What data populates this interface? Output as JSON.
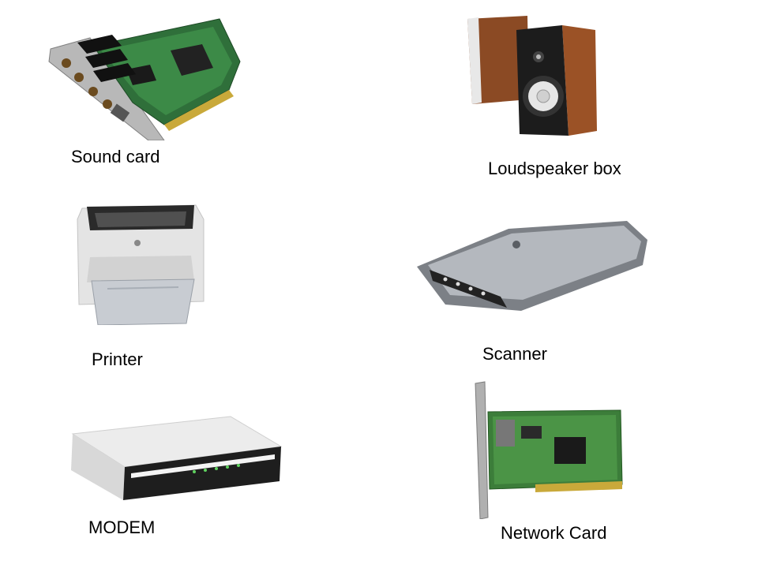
{
  "labels": {
    "sound_card": "Sound card",
    "loudspeaker_box": "Loudspeaker box",
    "printer": "Printer",
    "scanner": "Scanner",
    "modem": "MODEM",
    "network_card": "Network Card"
  }
}
